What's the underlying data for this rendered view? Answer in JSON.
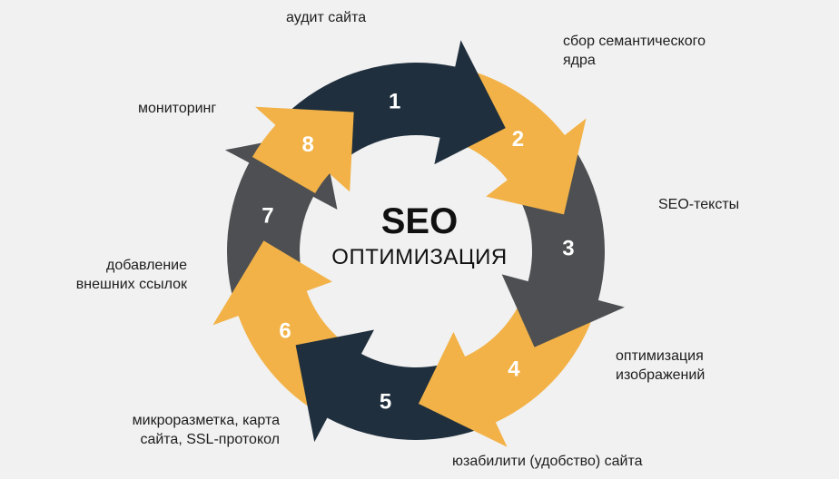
{
  "center": {
    "title": "SEO",
    "subtitle": "ОПТИМИЗАЦИЯ"
  },
  "colors": {
    "yellow": "#f2b247",
    "navy": "#1f2f3d",
    "gray": "#4d4f52",
    "text": "#1d1d1d",
    "background": "#f1f1f1"
  },
  "steps": [
    {
      "number": "1",
      "color": "navy",
      "lines": [
        "аудит сайта"
      ]
    },
    {
      "number": "2",
      "color": "yellow",
      "lines": [
        "сбор семантического",
        "ядра"
      ]
    },
    {
      "number": "3",
      "color": "gray",
      "lines": [
        "SEO-тексты"
      ]
    },
    {
      "number": "4",
      "color": "yellow",
      "lines": [
        "оптимизация",
        "изображений"
      ]
    },
    {
      "number": "5",
      "color": "navy",
      "lines": [
        "юзабилити (удобство) сайта"
      ]
    },
    {
      "number": "6",
      "color": "yellow",
      "lines": [
        "микроразметка, карта",
        "сайта, SSL-протокол"
      ]
    },
    {
      "number": "7",
      "color": "gray",
      "lines": [
        "добавление",
        "внешних ссылок"
      ]
    },
    {
      "number": "8",
      "color": "yellow",
      "lines": [
        "мониторинг"
      ]
    }
  ]
}
